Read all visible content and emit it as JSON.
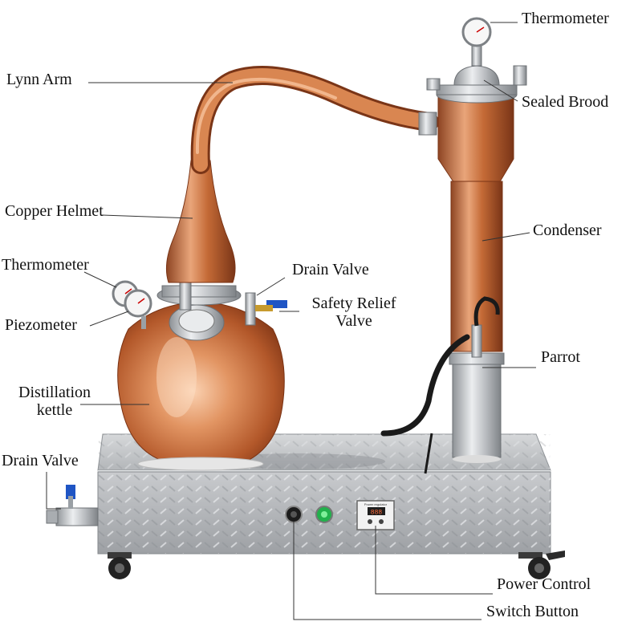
{
  "labels": {
    "lynn_arm": "Lynn Arm",
    "copper_helmet": "Copper Helmet",
    "thermometer_left": "Thermometer",
    "piezometer": "Piezometer",
    "distillation_kettle_line1": "Distillation",
    "distillation_kettle_line2": "kettle",
    "drain_valve_left": "Drain Valve",
    "thermometer_top": "Thermometer",
    "sealed_brood": "Sealed Brood",
    "condenser": "Condenser",
    "drain_valve_top": "Drain Valve",
    "safety_relief_line1": "Safety Relief",
    "safety_relief_line2": "Valve",
    "parrot": "Parrot",
    "power_control": "Power Control",
    "switch_button": "Switch Button"
  },
  "control_panel": {
    "display_caption": "Power regulator",
    "display_value": "888"
  },
  "colors": {
    "copper": "#c8733f",
    "copper_light": "#f0b48a",
    "steel": "#b9bcc0",
    "leader_line": "#333333"
  }
}
